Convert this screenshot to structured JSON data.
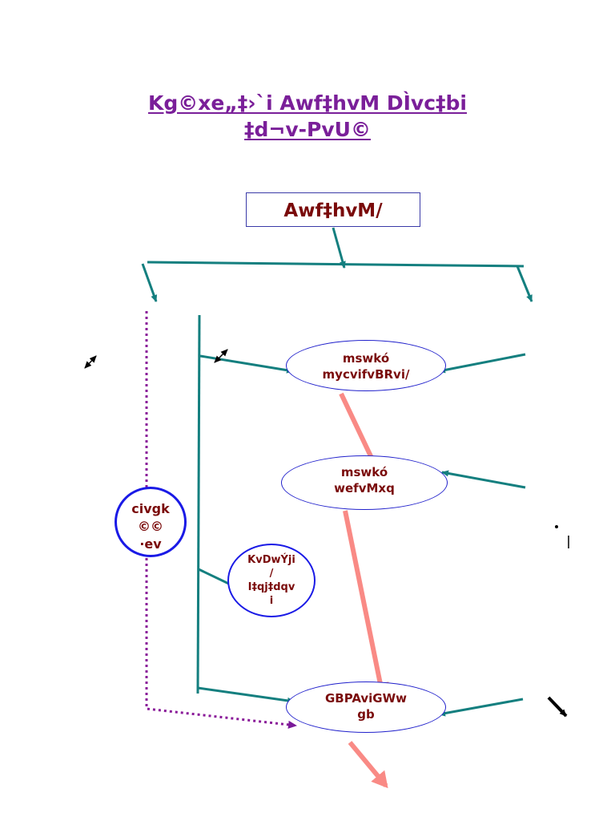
{
  "title": {
    "line1": "Kg©xe„‡›`i  Awf‡hvM DÌvc‡bi",
    "line2": "‡d¬v-PvU© "
  },
  "top_box": {
    "label": "Awf‡hvM/"
  },
  "nodes": {
    "node1": [
      "mswkó",
      "mycvifvBRvi/"
    ],
    "node2": [
      "mswkó",
      "wefvMxq"
    ],
    "node3": [
      "GBPAviGWw",
      "gb"
    ],
    "node4": [
      "civgk",
      "©©",
      "·ev"
    ],
    "node5": [
      "KvDwÝji",
      "/",
      "I‡qj‡dqv",
      "i"
    ]
  },
  "colors": {
    "teal": "#147f7f",
    "salmon": "#f98a85",
    "purple": "#8a1a99",
    "title": "#7a1f99",
    "node_text": "#7a0a0a",
    "node_border": "#2222cc"
  }
}
